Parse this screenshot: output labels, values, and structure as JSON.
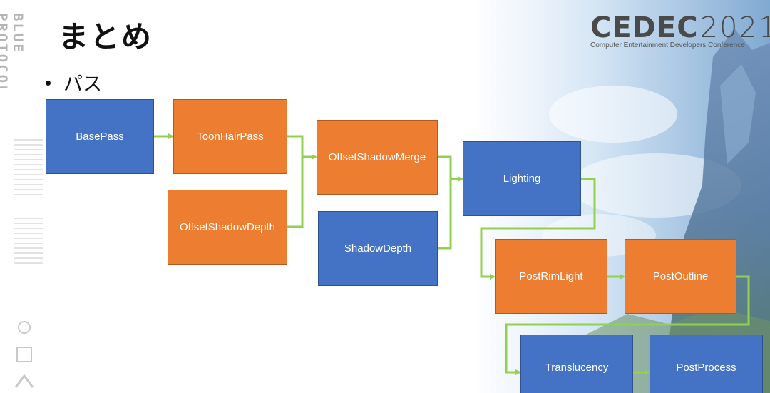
{
  "slide": {
    "title": "まとめ",
    "bullet": "パス"
  },
  "brand": {
    "name": "CEDEC",
    "year": "2021",
    "subtitle": "Computer Entertainment Developers Conference"
  },
  "sidebar": {
    "logo_text": "BLUE PROTOCOL"
  },
  "colors": {
    "blue_box": "#4472c4",
    "orange_box": "#ed7d31",
    "connector": "#92d050"
  },
  "diagram": {
    "nodes": [
      {
        "id": "basepass",
        "label": "BasePass",
        "color": "blue"
      },
      {
        "id": "toonhairpass",
        "label": "ToonHairPass",
        "color": "orange"
      },
      {
        "id": "offsetshadowdepth",
        "label": "OffsetShadowDepth",
        "color": "orange"
      },
      {
        "id": "offsetshadowmerge",
        "label": "OffsetShadowMerge",
        "color": "orange"
      },
      {
        "id": "shadowdepth",
        "label": "ShadowDepth",
        "color": "blue"
      },
      {
        "id": "lighting",
        "label": "Lighting",
        "color": "blue"
      },
      {
        "id": "postrimlight",
        "label": "PostRimLight",
        "color": "orange"
      },
      {
        "id": "postoutline",
        "label": "PostOutline",
        "color": "orange"
      },
      {
        "id": "translucency",
        "label": "Translucency",
        "color": "blue"
      },
      {
        "id": "postprocess",
        "label": "PostProcess",
        "color": "blue"
      }
    ],
    "edges": [
      [
        "basepass",
        "toonhairpass"
      ],
      [
        "toonhairpass",
        "offsetshadowmerge"
      ],
      [
        "offsetshadowdepth",
        "offsetshadowmerge"
      ],
      [
        "offsetshadowmerge",
        "lighting"
      ],
      [
        "shadowdepth",
        "lighting"
      ],
      [
        "lighting",
        "postrimlight"
      ],
      [
        "postrimlight",
        "postoutline"
      ],
      [
        "postoutline",
        "translucency"
      ],
      [
        "translucency",
        "postprocess"
      ]
    ]
  }
}
